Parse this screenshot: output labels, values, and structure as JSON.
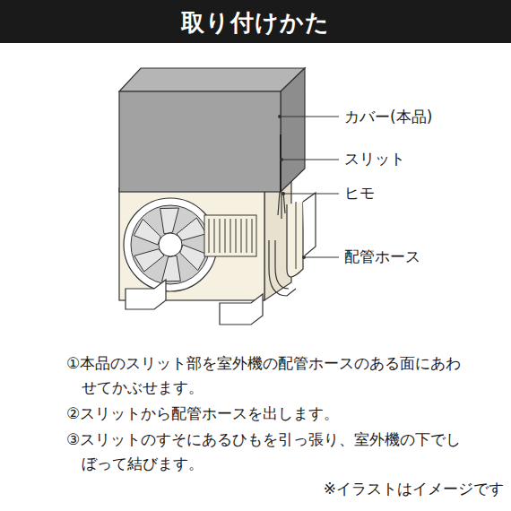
{
  "diagram": {
    "title": "取り付けかた",
    "labels": [
      "カバー(本品)",
      "スリット",
      "ヒモ",
      "配管ホース",
      "①本品のスリット部を室外機の配管ホースのある面にあわせてかぶせます。",
      "②スリットから配管ホースを出します。",
      "③スリットのすそにあるひもを引っ張り、室外機の下でしぼって結びます。",
      "※イラストはイメージです"
    ]
  }
}
